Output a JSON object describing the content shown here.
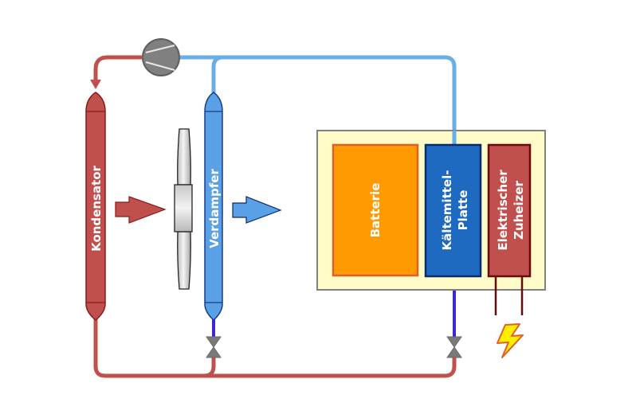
{
  "diagram": {
    "type": "thermal-management-refrigerant-circuit",
    "components": {
      "compressor": {
        "name": "compressor"
      },
      "condenser": {
        "label": "Kondensator"
      },
      "fan": {
        "name": "fan"
      },
      "evaporator": {
        "label": "Verdampfer"
      },
      "battery": {
        "label": "Batterie"
      },
      "cold_plate": {
        "label_line1": "Kältemittel-",
        "label_line2": "Platte"
      },
      "heater": {
        "label_line1": "Elektrischer",
        "label_line2": "Zuheizer"
      },
      "expansion_valve_1": {
        "name": "expansion-valve"
      },
      "expansion_valve_2": {
        "name": "expansion-valve"
      },
      "power": {
        "name": "lightning-bolt"
      }
    },
    "colors": {
      "hot_line": "#c0504d",
      "cold_line": "#6aaee6",
      "liquid_line": "#3a28d8",
      "condenser_fill": "#c0504d",
      "condenser_stroke": "#8b1a1a",
      "evaporator_fill": "#5aa0e6",
      "evaporator_stroke": "#1a3d8a",
      "battery_fill": "#ff9a00",
      "battery_stroke": "#e0602a",
      "cold_plate_fill": "#1e6ac0",
      "cold_plate_stroke": "#0a2a6a",
      "heater_fill": "#c0504d",
      "heater_stroke": "#6a0a0a",
      "housing_fill": "#fffcc8",
      "housing_stroke": "#808080",
      "compressor_fill": "#808080",
      "valve_fill": "#7a7a7a",
      "bolt_fill": "#ffee00",
      "bolt_stroke": "#e0602a"
    }
  }
}
